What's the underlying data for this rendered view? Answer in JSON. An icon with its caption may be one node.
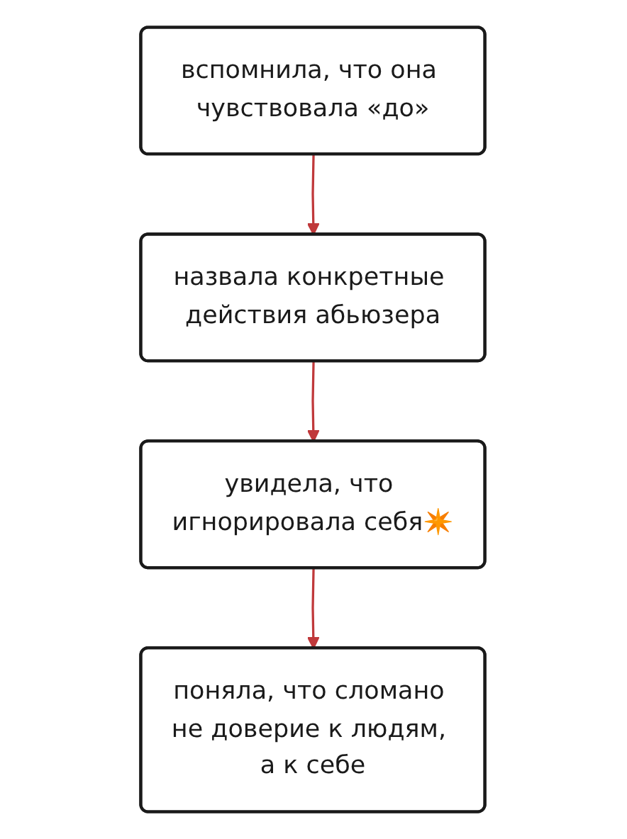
{
  "diagram": {
    "nodes": [
      {
        "text": [
          "вспомнила, что она чувствовала «до»"
        ]
      },
      {
        "text": [
          "назвала конкретные действия абьюзера"
        ]
      },
      {
        "text": [
          "увидела, что игнорировала себя✴️"
        ]
      },
      {
        "text": [
          "поняла, что сломано не доверие к людям, а к себе"
        ]
      }
    ],
    "edges": [
      {
        "from": 0,
        "to": 1,
        "arrow": "to"
      },
      {
        "from": 1,
        "to": 2,
        "arrow": "to"
      },
      {
        "from": 2,
        "to": 3,
        "arrow": "to"
      }
    ]
  }
}
